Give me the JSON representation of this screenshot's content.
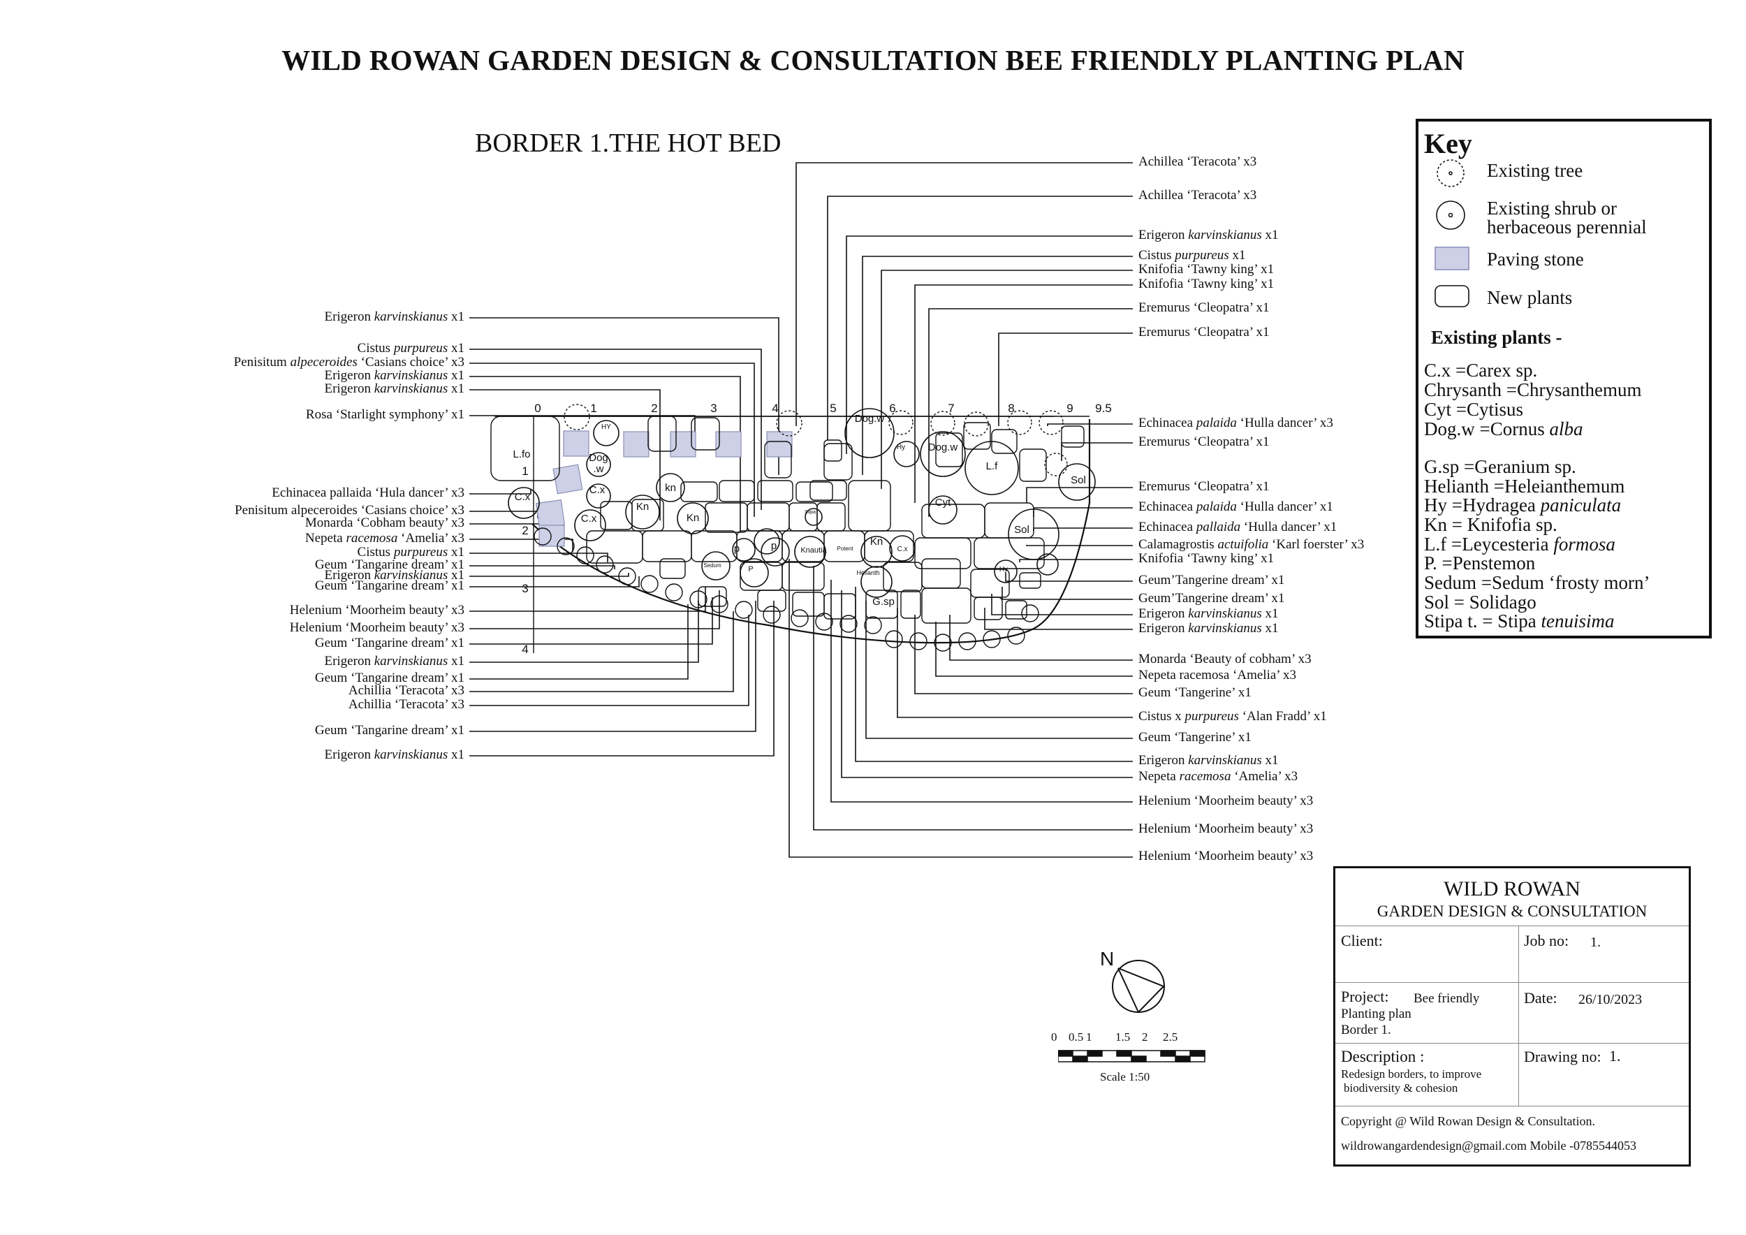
{
  "header": {
    "title": "WILD ROWAN GARDEN DESIGN & CONSULTATION   BEE FRIENDLY PLANTING PLAN",
    "border_title": "BORDER 1.THE HOT BED"
  },
  "grid": {
    "x_labels": [
      "0",
      "1",
      "2",
      "3",
      "4",
      "5",
      "6",
      "7",
      "8",
      "9",
      "9.5"
    ],
    "y_labels": [
      "1",
      "2",
      "3",
      "4"
    ]
  },
  "plan_labels": {
    "L.fo": "L.fo",
    "HY": "HY",
    "Dog.w1": "Dog",
    "Dog.w1b": ".w",
    "C.x1": "C.x",
    "C.x2": "C.x",
    "C.x3": "C.x",
    "Kn1": "Kn",
    "kn2": "kn",
    "Kn3": "Kn",
    "Kn4": "Kn",
    "Dog.w2": "Dog.w",
    "Dog.w3": "Dog.w",
    "Hy1": "Hy",
    "Hy2": "Hy",
    "Cyt": "Cyt",
    "L.f": "L.f",
    "Sol1": "Sol",
    "Sol2": "Sol",
    "Knautia": "Knautia",
    "Helianth": "Helianth",
    "G.sp": "G.sp",
    "p1": "p",
    "p2": "p",
    "P3": "P",
    "Sedum": "Sedum",
    "Stipa": "Stipa",
    "Potent": "Potent",
    "Cx4": "C.x"
  },
  "left_labels": [
    {
      "pre": "Erigeron ",
      "em": "karvinskianus",
      "post": " x1"
    },
    {
      "pre": "Cistus ",
      "em": "purpureus",
      "post": " x1"
    },
    {
      "pre": "Penisitum ",
      "em": "alpeceroides",
      "post": " ‘Casians choice’ x3"
    },
    {
      "pre": "Erigeron ",
      "em": "karvinskianus",
      "post": " x1"
    },
    {
      "pre": "Erigeron ",
      "em": "karvinskianus",
      "post": " x1"
    },
    {
      "pre": "Rosa ‘Starlight symphony’ x1",
      "em": "",
      "post": ""
    },
    {
      "pre": "Echinacea pallaida ‘Hula dancer’ x3",
      "em": "",
      "post": ""
    },
    {
      "pre": "Penisitum alpeceroides ‘Casians choice’ x3",
      "em": "",
      "post": ""
    },
    {
      "pre": "Monarda ‘Cobham beauty’ x3",
      "em": "",
      "post": ""
    },
    {
      "pre": "Nepeta ",
      "em": "racemosa",
      "post": " ‘Amelia’ x3"
    },
    {
      "pre": "Cistus ",
      "em": "purpureus",
      "post": " x1"
    },
    {
      "pre": "Geum ‘Tangarine dream’ x1",
      "em": "",
      "post": ""
    },
    {
      "pre": "Erigeron ",
      "em": "karvinskianus",
      "post": " x1"
    },
    {
      "pre": "Geum ‘Tangarine dream’ x1",
      "em": "",
      "post": ""
    },
    {
      "pre": "Helenium ‘Moorheim beauty’ x3",
      "em": "",
      "post": ""
    },
    {
      "pre": "Helenium ‘Moorheim beauty’ x3",
      "em": "",
      "post": ""
    },
    {
      "pre": "Geum ‘Tangarine dream’ x1",
      "em": "",
      "post": ""
    },
    {
      "pre": "Erigeron ",
      "em": "karvinskianus",
      "post": " x1"
    },
    {
      "pre": "Geum ‘Tangarine dream’ x1",
      "em": "",
      "post": ""
    },
    {
      "pre": "Achillia ‘Teracota’ x3",
      "em": "",
      "post": ""
    },
    {
      "pre": "Achillia ‘Teracota’ x3",
      "em": "",
      "post": ""
    },
    {
      "pre": "Geum ‘Tangarine dream’ x1",
      "em": "",
      "post": ""
    },
    {
      "pre": "Erigeron ",
      "em": "karvinskianus",
      "post": " x1"
    }
  ],
  "right_labels": [
    {
      "pre": "Achillea ‘Teracota’ x3",
      "em": "",
      "post": ""
    },
    {
      "pre": "Achillea ‘Teracota’ x3",
      "em": "",
      "post": ""
    },
    {
      "pre": "Erigeron ",
      "em": "karvinskianus",
      "post": " x1"
    },
    {
      "pre": "Cistus ",
      "em": "purpureus",
      "post": " x1"
    },
    {
      "pre": "Knifofia ‘Tawny king’ x1",
      "em": "",
      "post": ""
    },
    {
      "pre": "Knifofia ‘Tawny king’ x1",
      "em": "",
      "post": ""
    },
    {
      "pre": "Eremurus ‘Cleopatra’ x1",
      "em": "",
      "post": ""
    },
    {
      "pre": "Eremurus ‘Cleopatra’ x1",
      "em": "",
      "post": ""
    },
    {
      "pre": "Echinacea ",
      "em": "palaida",
      "post": " ‘Hulla dancer’ x3"
    },
    {
      "pre": "Eremurus ‘Cleopatra’ x1",
      "em": "",
      "post": ""
    },
    {
      "pre": "Eremurus ‘Cleopatra’ x1",
      "em": "",
      "post": ""
    },
    {
      "pre": "Echinacea ",
      "em": "palaida",
      "post": " ‘Hulla dancer’ x1"
    },
    {
      "pre": "Echinacea ",
      "em": "pallaida",
      "post": " ‘Hulla dancer’ x1"
    },
    {
      "pre": "Calamagrostis ",
      "em": "actuifolia",
      "post": " ‘Karl foerster’ x3"
    },
    {
      "pre": "Knifofia ‘Tawny king’ x1",
      "em": "",
      "post": ""
    },
    {
      "pre": "Geum’Tangerine dream’ x1",
      "em": "",
      "post": ""
    },
    {
      "pre": "Geum’Tangerine dream’ x1",
      "em": "",
      "post": ""
    },
    {
      "pre": "Erigeron ",
      "em": "karvinskianus",
      "post": " x1"
    },
    {
      "pre": "Erigeron ",
      "em": "karvinskianus",
      "post": " x1"
    },
    {
      "pre": "Monarda ‘Beauty of cobham’ x3",
      "em": "",
      "post": ""
    },
    {
      "pre": "Nepeta racemosa ‘Amelia’ x3",
      "em": "",
      "post": ""
    },
    {
      "pre": "Geum ‘Tangerine’ x1",
      "em": "",
      "post": ""
    },
    {
      "pre": "Cistus x ",
      "em": "purpureus",
      "post": " ‘Alan Fradd’ x1"
    },
    {
      "pre": "Geum ‘Tangerine’ x1",
      "em": "",
      "post": ""
    },
    {
      "pre": "Erigeron ",
      "em": "karvinskianus",
      "post": " x1"
    },
    {
      "pre": "Nepeta ",
      "em": "racemosa",
      "post": " ‘Amelia’ x3"
    },
    {
      "pre": "Helenium ‘Moorheim beauty’ x3",
      "em": "",
      "post": ""
    },
    {
      "pre": "Helenium ‘Moorheim beauty’ x3",
      "em": "",
      "post": ""
    },
    {
      "pre": "Helenium ‘Moorheim beauty’ x3",
      "em": "",
      "post": ""
    }
  ],
  "key": {
    "title": "Key",
    "existing_tree": "Existing tree",
    "existing_shrub_1": "Existing shrub or",
    "existing_shrub_2": "herbaceous perennial",
    "paving_stone": "Paving stone",
    "new_plants": "New plants",
    "existing_plants_heading": "Existing plants -",
    "abbreviations": [
      {
        "pre": "C.x =Carex sp.",
        "em": "",
        "post": ""
      },
      {
        "pre": "Chrysanth =Chrysanthemum",
        "em": "",
        "post": ""
      },
      {
        "pre": "Cyt =Cytisus",
        "em": "",
        "post": ""
      },
      {
        "pre": "Dog.w =Cornus ",
        "em": "alba",
        "post": ""
      },
      {
        "pre": "G.sp =Geranium sp.",
        "em": "",
        "post": ""
      },
      {
        "pre": "Helianth =Heleianthemum",
        "em": "",
        "post": ""
      },
      {
        "pre": "Hy =Hydragea ",
        "em": "paniculata",
        "post": ""
      },
      {
        "pre": "Kn = Knifofia sp.",
        "em": "",
        "post": ""
      },
      {
        "pre": "L.f  =Leycesteria ",
        "em": "formosa",
        "post": ""
      },
      {
        "pre": "P. =Penstemon",
        "em": "",
        "post": ""
      },
      {
        "pre": "Sedum =Sedum ‘frosty morn’",
        "em": "",
        "post": ""
      },
      {
        "pre": "Sol = Solidago",
        "em": "",
        "post": ""
      },
      {
        "pre": "Stipa t. = Stipa ",
        "em": "tenuisima",
        "post": ""
      }
    ],
    "colors": {
      "paving": "#cdd0e6",
      "paving_border": "#8a8fb8"
    }
  },
  "title_block": {
    "company": "WILD ROWAN",
    "company_sub": "GARDEN DESIGN & CONSULTATION",
    "client_label": "Client:",
    "job_label": "Job no:",
    "job_value": "1.",
    "project_label": "Project:",
    "project_value_1": "Bee friendly",
    "project_value_2": "Planting plan",
    "project_value_3": "Border 1.",
    "date_label": "Date:",
    "date_value": "26/10/2023",
    "description_label": "Description :",
    "description_1": "Redesign borders, to improve",
    "description_2": "biodiversity & cohesion",
    "drawing_label": "Drawing no:",
    "drawing_value": "1.",
    "copyright": "Copyright @ Wild Rowan Design & Consultation.",
    "contact": "wildrowangardendesign@gmail.com Mobile -0785544053"
  },
  "north": "N",
  "scale": {
    "ticks": [
      "0",
      "0.5",
      "1",
      "1.5",
      "2",
      "2.5"
    ],
    "caption": "Scale 1:50"
  }
}
